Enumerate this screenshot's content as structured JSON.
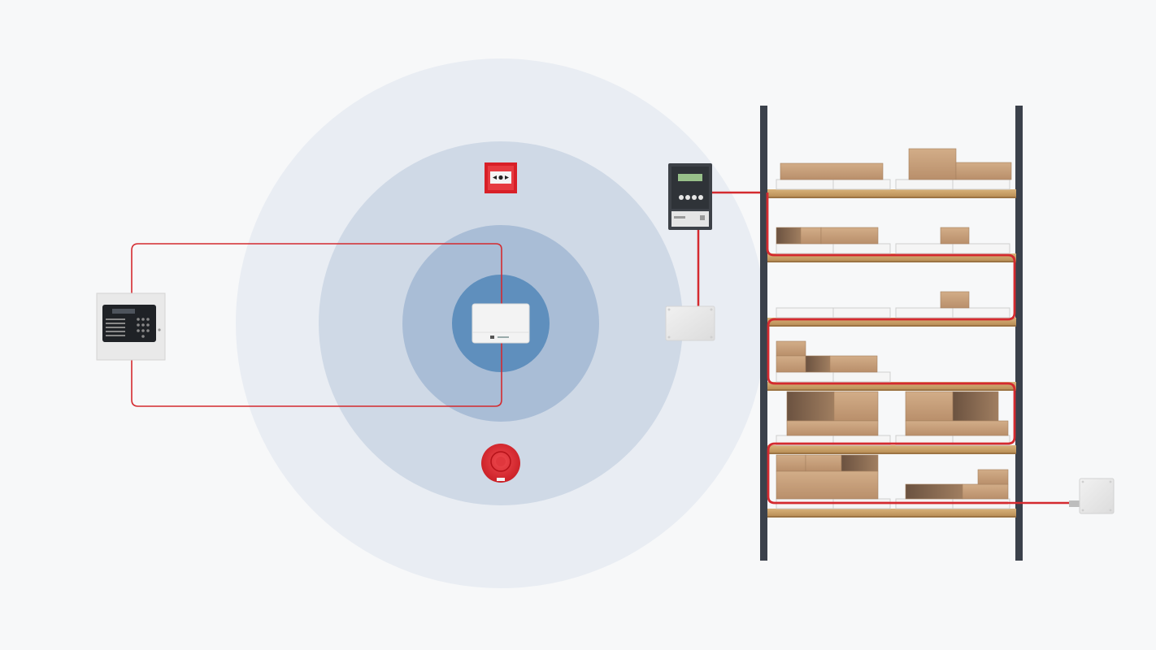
{
  "colors": {
    "background": "#f7f8f9",
    "ring_outer": "#e9edf3",
    "ring_2": "#cfd9e6",
    "ring_3": "#a9bdd6",
    "ring_core": "#5f8fbd",
    "cable": "#d42a2f",
    "rack_post": "#3b414b",
    "shelf_wood": "#caa064",
    "box_cardboard": "#c9a27c",
    "box_dark": "#8a6a4e",
    "device_red": "#e1232b",
    "device_white": "#eeeeee",
    "device_dark": "#3a3e44",
    "lcd_green": "#98c08a"
  },
  "diagram": {
    "wireless_zone_rings": 4,
    "shelf_levels": 6,
    "devices": [
      {
        "id": "fire-alarm-control-panel",
        "icon": "control-panel-icon"
      },
      {
        "id": "manual-call-point",
        "icon": "call-point-icon"
      },
      {
        "id": "wireless-translator",
        "icon": "translator-icon"
      },
      {
        "id": "wireless-sounder",
        "icon": "sounder-icon"
      },
      {
        "id": "linear-heat-detection-control-unit",
        "icon": "lhd-unit-icon"
      },
      {
        "id": "interface-junction-box",
        "icon": "junction-box-icon"
      },
      {
        "id": "end-of-line-junction-box",
        "icon": "junction-box-icon"
      }
    ]
  }
}
